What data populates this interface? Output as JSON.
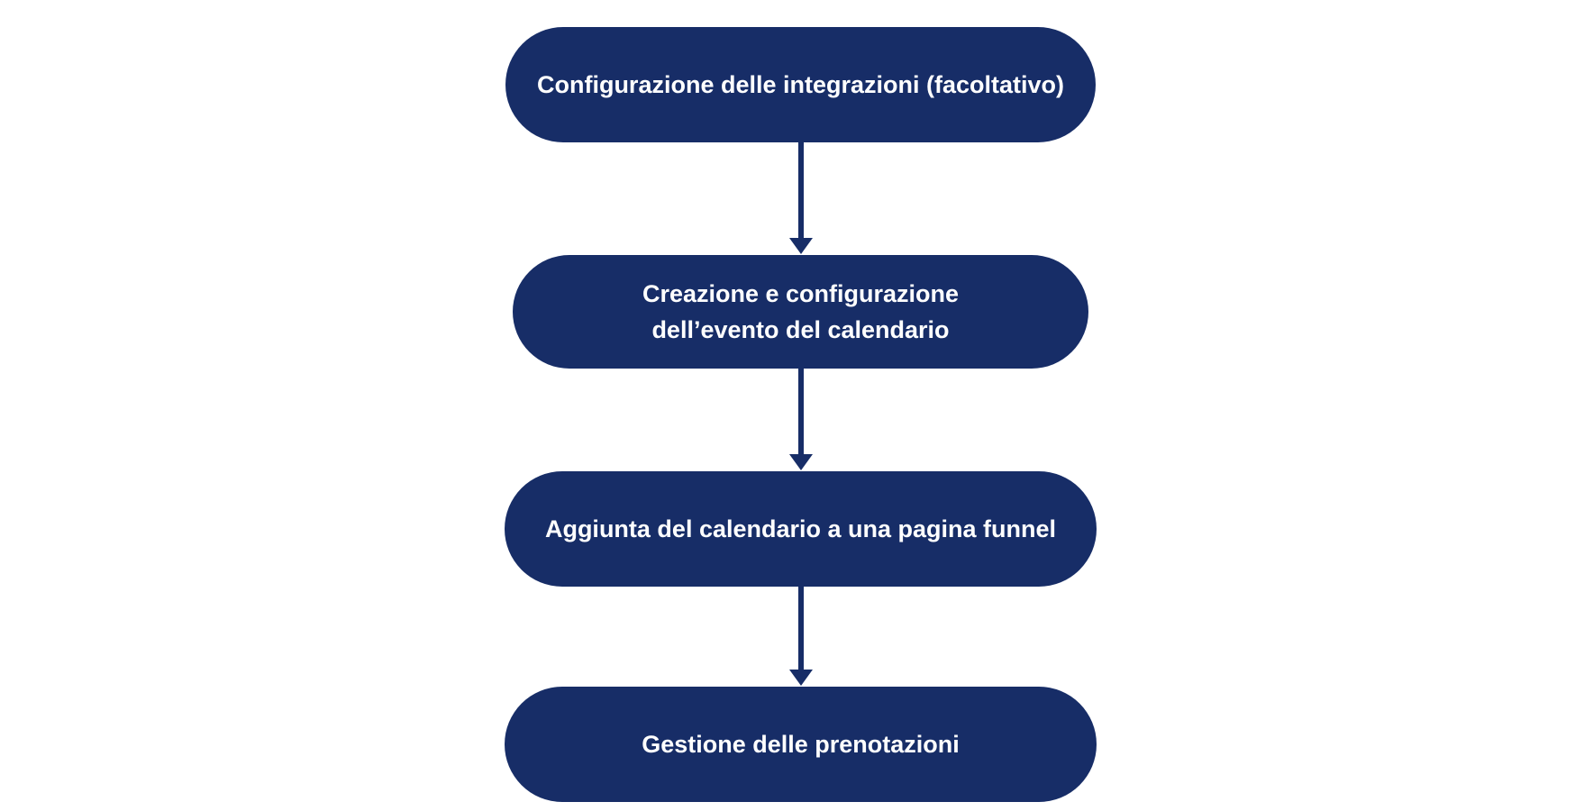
{
  "flowchart": {
    "color": "#172d67",
    "text_color": "#ffffff",
    "steps": [
      {
        "label": "Configurazione delle integrazioni (facoltativo)"
      },
      {
        "label": "Creazione e configurazione\ndell’evento del calendario"
      },
      {
        "label": "Aggiunta del calendario a una pagina funnel"
      },
      {
        "label": "Gestione delle prenotazioni"
      }
    ],
    "connectors": [
      {
        "from": 0,
        "to": 1,
        "icon": "arrow-down-icon"
      },
      {
        "from": 1,
        "to": 2,
        "icon": "arrow-down-icon"
      },
      {
        "from": 2,
        "to": 3,
        "icon": "arrow-down-icon"
      }
    ]
  }
}
